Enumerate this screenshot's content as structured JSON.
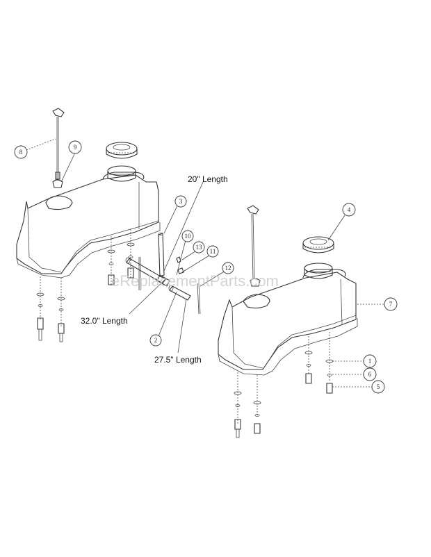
{
  "watermark": "eReplacementParts.com",
  "length_labels": {
    "hose_20": "20\" Length",
    "hose_32": "32.0\" Length",
    "hose_27": "27.5\" Length"
  },
  "callouts": [
    "1",
    "2",
    "3",
    "4",
    "5",
    "6",
    "7",
    "8",
    "9",
    "10",
    "11",
    "12",
    "13"
  ]
}
